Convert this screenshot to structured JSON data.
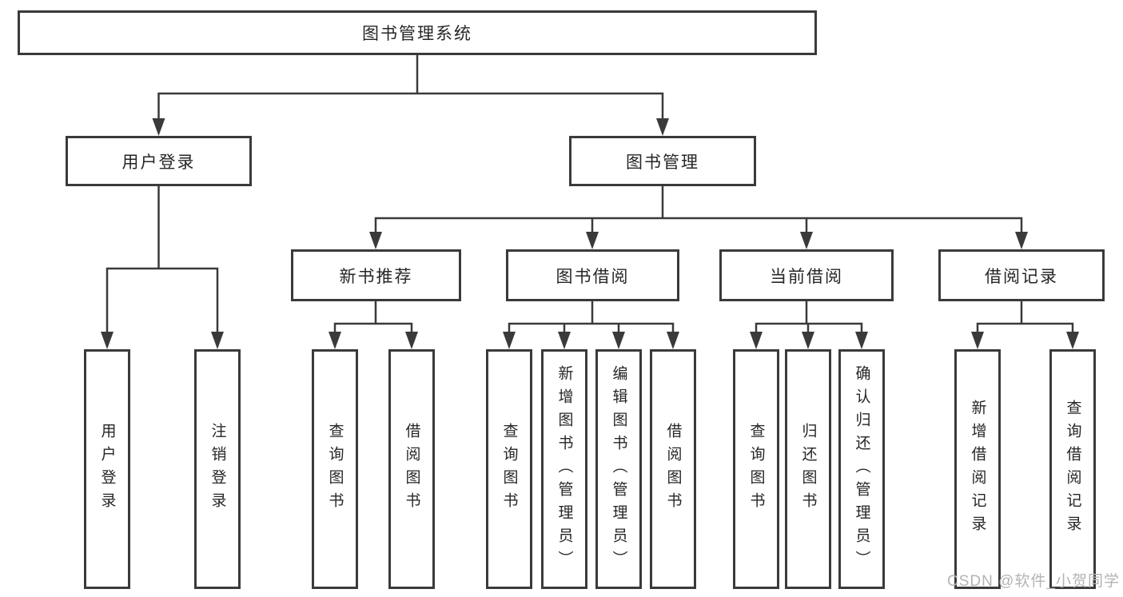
{
  "tree": {
    "root": "图书管理系统",
    "user_login": {
      "label": "用户登录",
      "children": [
        "用户登录",
        "注销登录"
      ]
    },
    "book_mgmt": {
      "label": "图书管理",
      "groups": [
        {
          "label": "新书推荐",
          "children": [
            "查询图书",
            "借阅图书"
          ]
        },
        {
          "label": "图书借阅",
          "children": [
            "查询图书",
            "新增图书（管理员）",
            "编辑图书（管理员）",
            "借阅图书"
          ]
        },
        {
          "label": "当前借阅",
          "children": [
            "查询图书",
            "归还图书",
            "确认归还（管理员）"
          ]
        },
        {
          "label": "借阅记录",
          "children": [
            "新增借阅记录",
            "查询借阅记录"
          ]
        }
      ]
    }
  },
  "watermark": "CSDN @软件_小贺同学",
  "colors": {
    "background": "#ffffff",
    "box_border": "#3a3a3a",
    "connector_line": "#3a3a3a",
    "text": "#262626",
    "watermark_text": "#b3b3b3"
  }
}
